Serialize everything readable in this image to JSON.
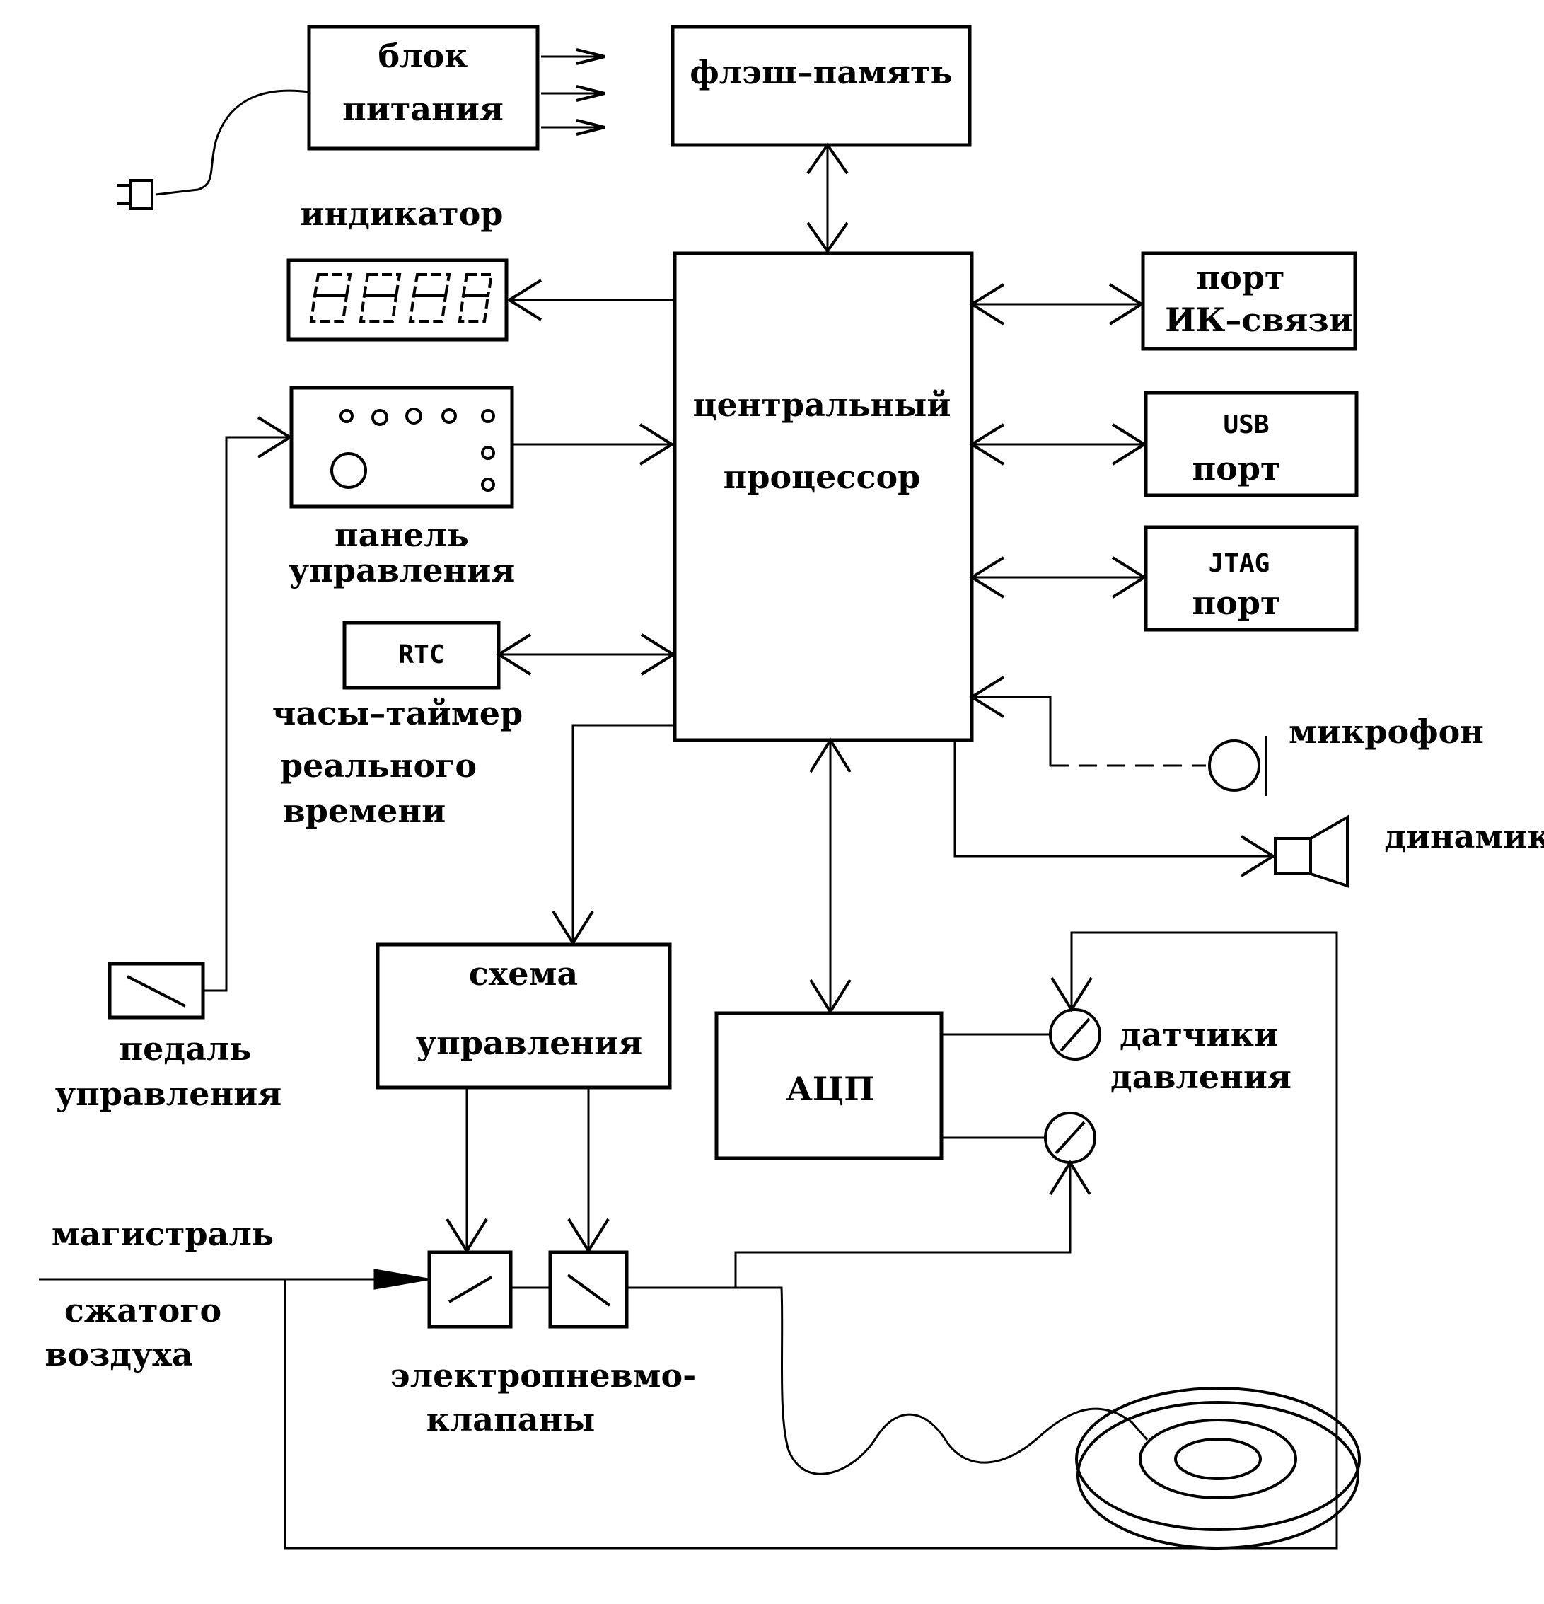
{
  "blocks": {
    "power": [
      "блок",
      "питания"
    ],
    "flash": "флэш–память",
    "indicator": "индикатор",
    "cpu": [
      "центральный",
      "процессор"
    ],
    "ir_port": [
      "порт",
      "ИК–связи"
    ],
    "usb_port": [
      "USB",
      "порт"
    ],
    "jtag_port": [
      "JTAG",
      "порт"
    ],
    "panel": [
      "панель",
      "управления"
    ],
    "rtc": "RTC",
    "rtc_label": [
      "часы–таймер",
      "реального",
      "времени"
    ],
    "microphone": "микрофон",
    "speaker": "динамик",
    "control_circuit": [
      "схема",
      "управления"
    ],
    "adc": "АЦП",
    "pressure_sensors": [
      "датчики",
      "давления"
    ],
    "pedal": [
      "педаль",
      "управления"
    ],
    "air_line": [
      "магистраль",
      "сжатого",
      "воздуха"
    ],
    "valves": [
      "электропневмо-",
      "клапаны"
    ]
  }
}
